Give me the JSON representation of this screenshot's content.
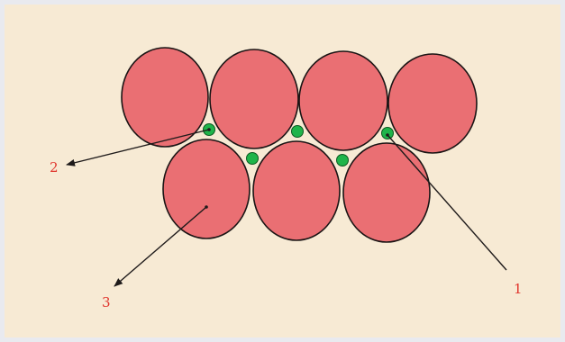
{
  "diagram": {
    "colors": {
      "background": "#e9eaef",
      "paper": "#f7ead4",
      "large_circle_fill": "#ea6f73",
      "large_circle_stroke": "#1a1414",
      "small_circle_fill": "#1fb44a",
      "label_color": "#e0342c",
      "arrow_color": "#1e1a1a"
    },
    "labels": {
      "label_1": "1",
      "label_2": "2",
      "label_3": "3"
    }
  }
}
